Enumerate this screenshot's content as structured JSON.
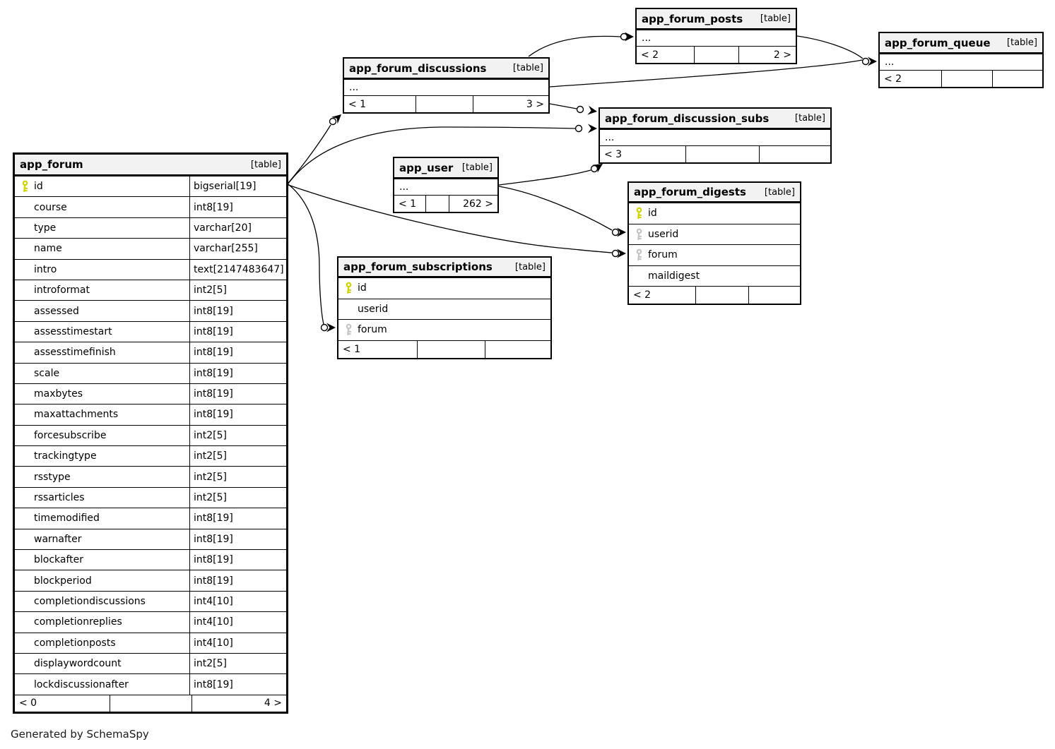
{
  "diagram": {
    "generator_note": "Generated by SchemaSpy",
    "colors": {
      "primary_key": "#d3d300",
      "foreign_key": "#c4c4c4",
      "header_bg": "#f2f2f2",
      "border": "#000000",
      "background": "#ffffff"
    },
    "icons": {
      "primary_key": "primary-key-icon",
      "foreign_key": "foreign-key-icon"
    }
  },
  "tables": [
    {
      "name": "app_forum",
      "tag": "[table]",
      "columns": [
        {
          "name": "id",
          "type": "bigserial[19]",
          "key": "primary"
        },
        {
          "name": "course",
          "type": "int8[19]",
          "key": ""
        },
        {
          "name": "type",
          "type": "varchar[20]",
          "key": ""
        },
        {
          "name": "name",
          "type": "varchar[255]",
          "key": ""
        },
        {
          "name": "intro",
          "type": "text[2147483647]",
          "key": ""
        },
        {
          "name": "introformat",
          "type": "int2[5]",
          "key": ""
        },
        {
          "name": "assessed",
          "type": "int8[19]",
          "key": ""
        },
        {
          "name": "assesstimestart",
          "type": "int8[19]",
          "key": ""
        },
        {
          "name": "assesstimefinish",
          "type": "int8[19]",
          "key": ""
        },
        {
          "name": "scale",
          "type": "int8[19]",
          "key": ""
        },
        {
          "name": "maxbytes",
          "type": "int8[19]",
          "key": ""
        },
        {
          "name": "maxattachments",
          "type": "int8[19]",
          "key": ""
        },
        {
          "name": "forcesubscribe",
          "type": "int2[5]",
          "key": ""
        },
        {
          "name": "trackingtype",
          "type": "int2[5]",
          "key": ""
        },
        {
          "name": "rsstype",
          "type": "int2[5]",
          "key": ""
        },
        {
          "name": "rssarticles",
          "type": "int2[5]",
          "key": ""
        },
        {
          "name": "timemodified",
          "type": "int8[19]",
          "key": ""
        },
        {
          "name": "warnafter",
          "type": "int8[19]",
          "key": ""
        },
        {
          "name": "blockafter",
          "type": "int8[19]",
          "key": ""
        },
        {
          "name": "blockperiod",
          "type": "int8[19]",
          "key": ""
        },
        {
          "name": "completiondiscussions",
          "type": "int4[10]",
          "key": ""
        },
        {
          "name": "completionreplies",
          "type": "int4[10]",
          "key": ""
        },
        {
          "name": "completionposts",
          "type": "int4[10]",
          "key": ""
        },
        {
          "name": "displaywordcount",
          "type": "int2[5]",
          "key": ""
        },
        {
          "name": "lockdiscussionafter",
          "type": "int8[19]",
          "key": ""
        }
      ],
      "footer": {
        "left": "< 0",
        "mid": "",
        "right": "4 >"
      }
    },
    {
      "name": "app_forum_posts",
      "tag": "[table]",
      "ellipsis": "...",
      "columns": [],
      "footer": {
        "left": "< 2",
        "mid": "",
        "right": "2 >"
      }
    },
    {
      "name": "app_forum_queue",
      "tag": "[table]",
      "ellipsis": "...",
      "columns": [],
      "footer": {
        "left": "< 2",
        "mid": "",
        "right": ""
      }
    },
    {
      "name": "app_forum_discussions",
      "tag": "[table]",
      "ellipsis": "...",
      "columns": [],
      "footer": {
        "left": "< 1",
        "mid": "",
        "right": "3 >"
      }
    },
    {
      "name": "app_forum_discussion_subs",
      "tag": "[table]",
      "ellipsis": "...",
      "columns": [],
      "footer": {
        "left": "< 3",
        "mid": "",
        "right": ""
      }
    },
    {
      "name": "app_user",
      "tag": "[table]",
      "ellipsis": "...",
      "columns": [],
      "footer": {
        "left": "< 1",
        "mid": "",
        "right": "262 >"
      }
    },
    {
      "name": "app_forum_digests",
      "tag": "[table]",
      "columns": [
        {
          "name": "id",
          "key": "primary"
        },
        {
          "name": "userid",
          "key": "foreign"
        },
        {
          "name": "forum",
          "key": "foreign"
        },
        {
          "name": "maildigest",
          "key": ""
        }
      ],
      "footer": {
        "left": "< 2",
        "mid": "",
        "right": ""
      }
    },
    {
      "name": "app_forum_subscriptions",
      "tag": "[table]",
      "columns": [
        {
          "name": "id",
          "key": "primary"
        },
        {
          "name": "userid",
          "key": ""
        },
        {
          "name": "forum",
          "key": "foreign"
        }
      ],
      "footer": {
        "left": "< 1",
        "mid": "",
        "right": ""
      }
    }
  ]
}
